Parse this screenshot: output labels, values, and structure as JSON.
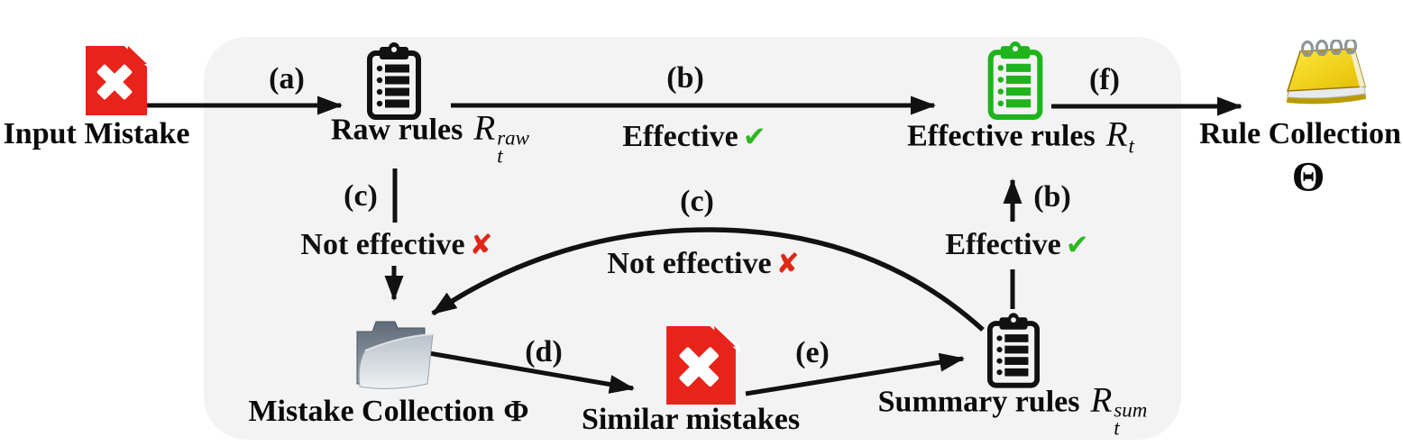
{
  "figure": {
    "description_label": "rule learning pipeline"
  },
  "colors": {
    "black": "#111111",
    "red": "#e8231a",
    "green": "#1fb41c",
    "check_green": "#2eb821",
    "cross_red": "#df2718",
    "panel_bg": "#f3f3f3",
    "notebook_yellow": "#f2cf06",
    "folder_gray": "#aab3bd"
  },
  "nodes": {
    "input_mistake": {
      "label": "Input Mistake"
    },
    "raw_rules": {
      "label": "Raw rules",
      "math_base": "R",
      "math_sup": "raw",
      "math_sub": "t"
    },
    "effective_rules": {
      "label": "Effective rules",
      "math_base": "R",
      "math_sub": "t"
    },
    "rule_collection": {
      "label": "Rule Collection",
      "symbol": "Θ"
    },
    "mistake_collection": {
      "label": "Mistake Collection",
      "symbol": "Φ"
    },
    "similar_mistakes": {
      "label": "Similar mistakes"
    },
    "summary_rules": {
      "label": "Summary rules",
      "math_base": "R",
      "math_sup": "sum",
      "math_sub": "t"
    }
  },
  "edges": {
    "a": "(a)",
    "b_top": "(b)",
    "f": "(f)",
    "c_left": "(c)",
    "c_mid": "(c)",
    "b_right": "(b)",
    "d": "(d)",
    "e": "(e)"
  },
  "captions": {
    "effective_top": {
      "text": "Effective",
      "mark": "✔"
    },
    "effective_right": {
      "text": "Effective",
      "mark": "✔"
    },
    "not_effective_left": {
      "text": "Not effective",
      "mark": "✘"
    },
    "not_effective_mid": {
      "text": "Not effective",
      "mark": "✘"
    }
  }
}
